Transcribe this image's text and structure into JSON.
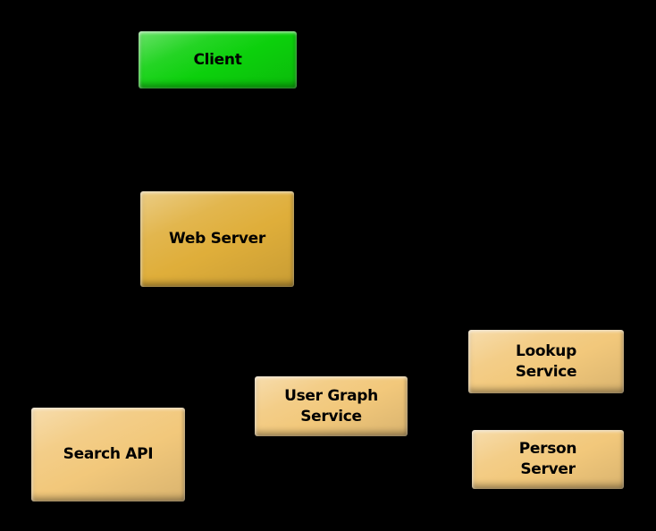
{
  "diagram": {
    "background_color": "#000000",
    "text_color": "#000000",
    "nodes": [
      {
        "id": "client",
        "label": "Client",
        "lines": [
          "Client"
        ],
        "fill_color": "#0cd00c"
      },
      {
        "id": "web-server",
        "label": "Web Server",
        "lines": [
          "Web Server"
        ],
        "fill_color": "#dfae3a"
      },
      {
        "id": "search-api",
        "label": "Search API",
        "lines": [
          "Search API"
        ],
        "fill_color": "#f2c87b"
      },
      {
        "id": "user-graph-service",
        "label": "User Graph Service",
        "lines": [
          "User Graph",
          "Service"
        ],
        "fill_color": "#f2c87b"
      },
      {
        "id": "lookup-service",
        "label": "Lookup Service",
        "lines": [
          "Lookup",
          "Service"
        ],
        "fill_color": "#f2c87b"
      },
      {
        "id": "person-server",
        "label": "Person Server",
        "lines": [
          "Person",
          "Server"
        ],
        "fill_color": "#f2c87b"
      }
    ]
  }
}
